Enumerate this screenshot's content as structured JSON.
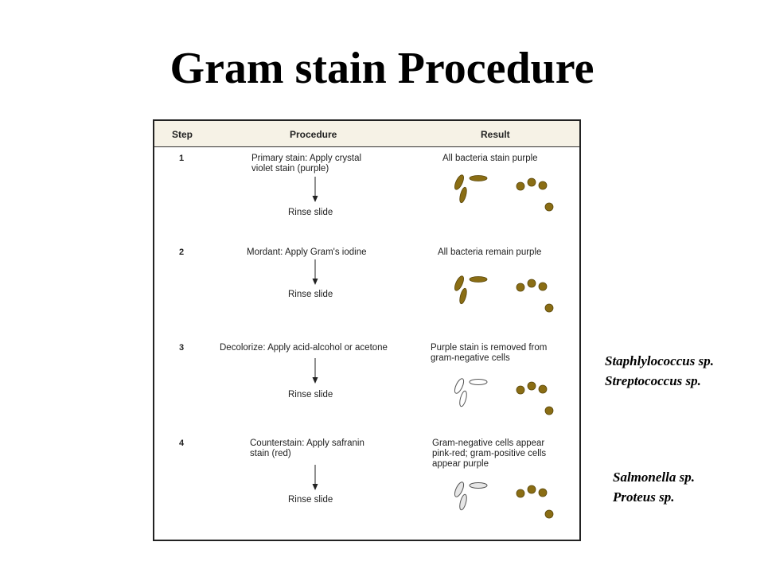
{
  "title": "Gram stain Procedure",
  "table": {
    "headers": {
      "step": "Step",
      "procedure": "Procedure",
      "result": "Result"
    },
    "rinse_label": "Rinse slide",
    "rows": [
      {
        "step": "1",
        "procedure_lines": [
          "Primary stain: Apply crystal",
          "violet stain (purple)"
        ],
        "result_lines": [
          "All bacteria stain purple"
        ]
      },
      {
        "step": "2",
        "procedure_lines": [
          "Mordant: Apply Gram's iodine"
        ],
        "result_lines": [
          "All bacteria remain purple"
        ]
      },
      {
        "step": "3",
        "procedure_lines": [
          "Decolorize: Apply acid-alcohol or acetone"
        ],
        "result_lines": [
          "Purple stain is removed from",
          "gram-negative cells"
        ]
      },
      {
        "step": "4",
        "procedure_lines": [
          "Counterstain: Apply safranin",
          "stain (red)"
        ],
        "result_lines": [
          "Gram-negative cells appear",
          "pink-red; gram-positive cells",
          "appear purple"
        ]
      }
    ]
  },
  "side_labels": {
    "gram_positive": [
      "Staphlylococcus sp.",
      "Streptococcus sp."
    ],
    "gram_negative": [
      "Salmonella sp.",
      "Proteus sp."
    ]
  },
  "colors": {
    "stained_cell": "#8a6d14",
    "unstained_cell": "#ffffff"
  }
}
